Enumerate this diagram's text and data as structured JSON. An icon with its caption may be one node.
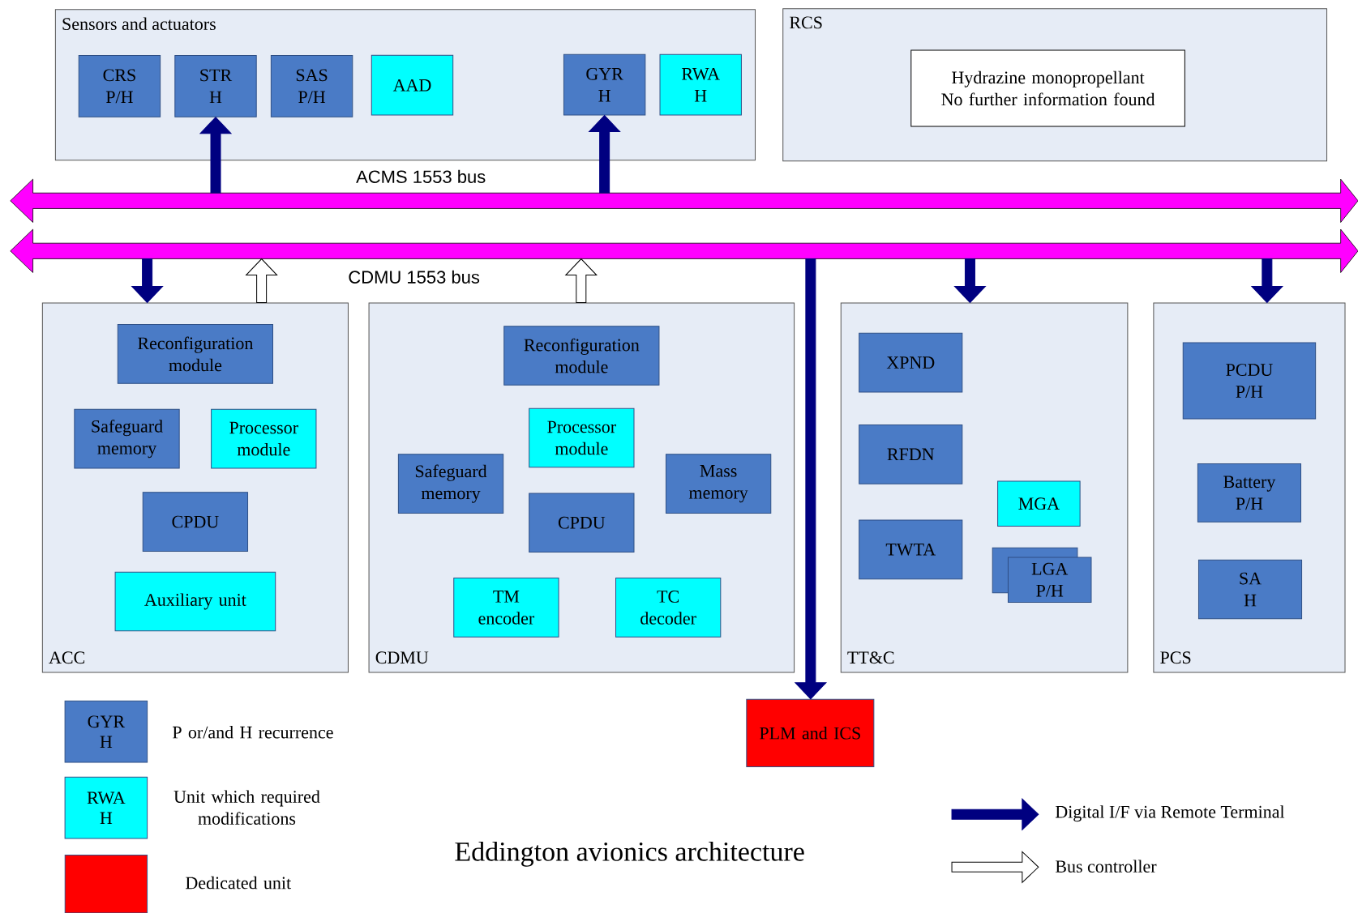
{
  "diagram": {
    "title": "Eddington avionics architecture",
    "nodes": [
      {
        "text": [
          "Sensors and actuators"
        ]
      },
      {
        "text": [
          "CRS P/H"
        ],
        "in": 0
      },
      {
        "text": [
          "STR H"
        ],
        "in": 0
      },
      {
        "text": [
          "SAS P/H"
        ],
        "in": 0
      },
      {
        "text": [
          "AAD"
        ],
        "in": 0
      },
      {
        "text": [
          "GYR H"
        ],
        "in": 0
      },
      {
        "text": [
          "RWA H"
        ],
        "in": 0
      },
      {
        "text": [
          "RCS"
        ]
      },
      {
        "text": [
          "Hydrazine monopropellant No further information found"
        ],
        "in": 7
      },
      {
        "text": [
          "ACMS 1553 bus"
        ]
      },
      {
        "text": [
          "CDMU 1553 bus"
        ]
      },
      {
        "text": [
          "ACC"
        ]
      },
      {
        "text": [
          "Reconfiguration module"
        ],
        "in": 11
      },
      {
        "text": [
          "Safeguard memory"
        ],
        "in": 11
      },
      {
        "text": [
          "Processor module"
        ],
        "in": 11
      },
      {
        "text": [
          "CPDU"
        ],
        "in": 11
      },
      {
        "text": [
          "Auxiliary unit"
        ],
        "in": 11
      },
      {
        "text": [
          "CDMU"
        ]
      },
      {
        "text": [
          "Reconfiguration module"
        ],
        "in": 17
      },
      {
        "text": [
          "Processor module"
        ],
        "in": 17
      },
      {
        "text": [
          "Safeguard memory"
        ],
        "in": 17
      },
      {
        "text": [
          "Mass memory"
        ],
        "in": 17
      },
      {
        "text": [
          "CPDU"
        ],
        "in": 17
      },
      {
        "text": [
          "TM encoder"
        ],
        "in": 17
      },
      {
        "text": [
          "TC decoder"
        ],
        "in": 17
      },
      {
        "text": [
          "TT&C"
        ]
      },
      {
        "text": [
          "XPND"
        ],
        "in": 25
      },
      {
        "text": [
          "RFDN"
        ],
        "in": 25
      },
      {
        "text": [
          "MGA"
        ],
        "in": 25
      },
      {
        "text": [
          "TWTA"
        ],
        "in": 25
      },
      {
        "text": [
          "LGA P/H"
        ],
        "in": 25
      },
      {
        "text": [
          "PCS"
        ]
      },
      {
        "text": [
          "PCDU P/H"
        ],
        "in": 31
      },
      {
        "text": [
          "Battery P/H"
        ],
        "in": 31
      },
      {
        "text": [
          "SA H"
        ],
        "in": 31
      },
      {
        "text": [
          "PLM and ICS"
        ]
      }
    ],
    "edges": [
      {
        "from": 9,
        "to": 2,
        "arrow": "to"
      },
      {
        "from": 9,
        "to": 5,
        "arrow": "to"
      },
      {
        "from": 10,
        "to": 11,
        "arrow": "to"
      },
      {
        "from": 11,
        "to": 10,
        "arrow": "to",
        "color": "#ffffff"
      },
      {
        "from": 17,
        "to": 10,
        "arrow": "to",
        "color": "#ffffff"
      },
      {
        "from": 10,
        "to": 35,
        "arrow": "to"
      },
      {
        "from": 10,
        "to": 25,
        "arrow": "to"
      },
      {
        "from": 10,
        "to": 31,
        "arrow": "to"
      }
    ],
    "labels": [
      "GYR H",
      "RWA H"
    ],
    "legend": [
      {
        "text": "P or/and H recurrence",
        "color": "#4a7bc6"
      },
      {
        "text": "Unit which required modifications",
        "color": "#00ffff"
      },
      {
        "text": "Dedicated unit",
        "color": "#ff0000"
      },
      {
        "text": "Digital I/F via Remote Terminal"
      },
      {
        "text": "Bus controller"
      }
    ]
  }
}
